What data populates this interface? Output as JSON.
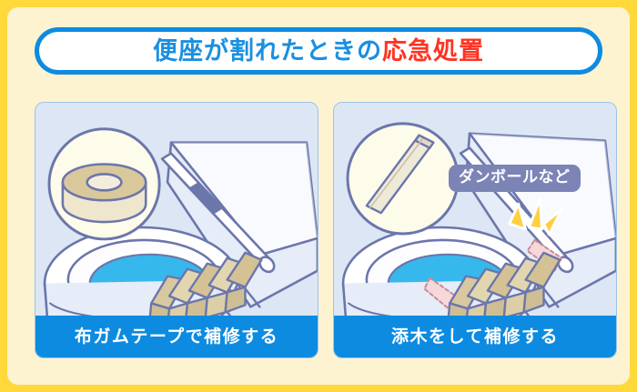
{
  "theme": {
    "outer_border": "#FFD93B",
    "card_background": "#FDF3D0",
    "title_border": "#0D8BE0",
    "title_text": "#1B8FE0",
    "title_accent_text": "#FF3322",
    "panel_background": "#DCE6F5",
    "panel_border": "#9CC4EC",
    "caption_background": "#0D8BE0",
    "caption_text": "#FFFFFF",
    "tooltip_background": "#7B84B5",
    "tooltip_text": "#FFFFFF",
    "line_color": "#6B76AB",
    "water_color": "#36B8EC",
    "tape_color": "#D4C295",
    "tape_color_light": "#E2D6B0",
    "callout_fill": "#FDFBEA",
    "burst_color": "#FFCF3E",
    "splint_pink": "#F7D8D8",
    "porcelain_light": "#FFFFFF",
    "porcelain_shade": "#E6ECF8"
  },
  "header": {
    "title_main": "便座が割れたときの",
    "title_accent": "応急処置"
  },
  "panels": [
    {
      "id": "tape-repair",
      "caption": "布ガムテープで補修する",
      "callout_item": "布ガムテープのロール",
      "tooltip": null
    },
    {
      "id": "splint-repair",
      "caption": "添木をして補修する",
      "callout_item": "ダンボールの板",
      "tooltip": "ダンボールなど"
    }
  ]
}
